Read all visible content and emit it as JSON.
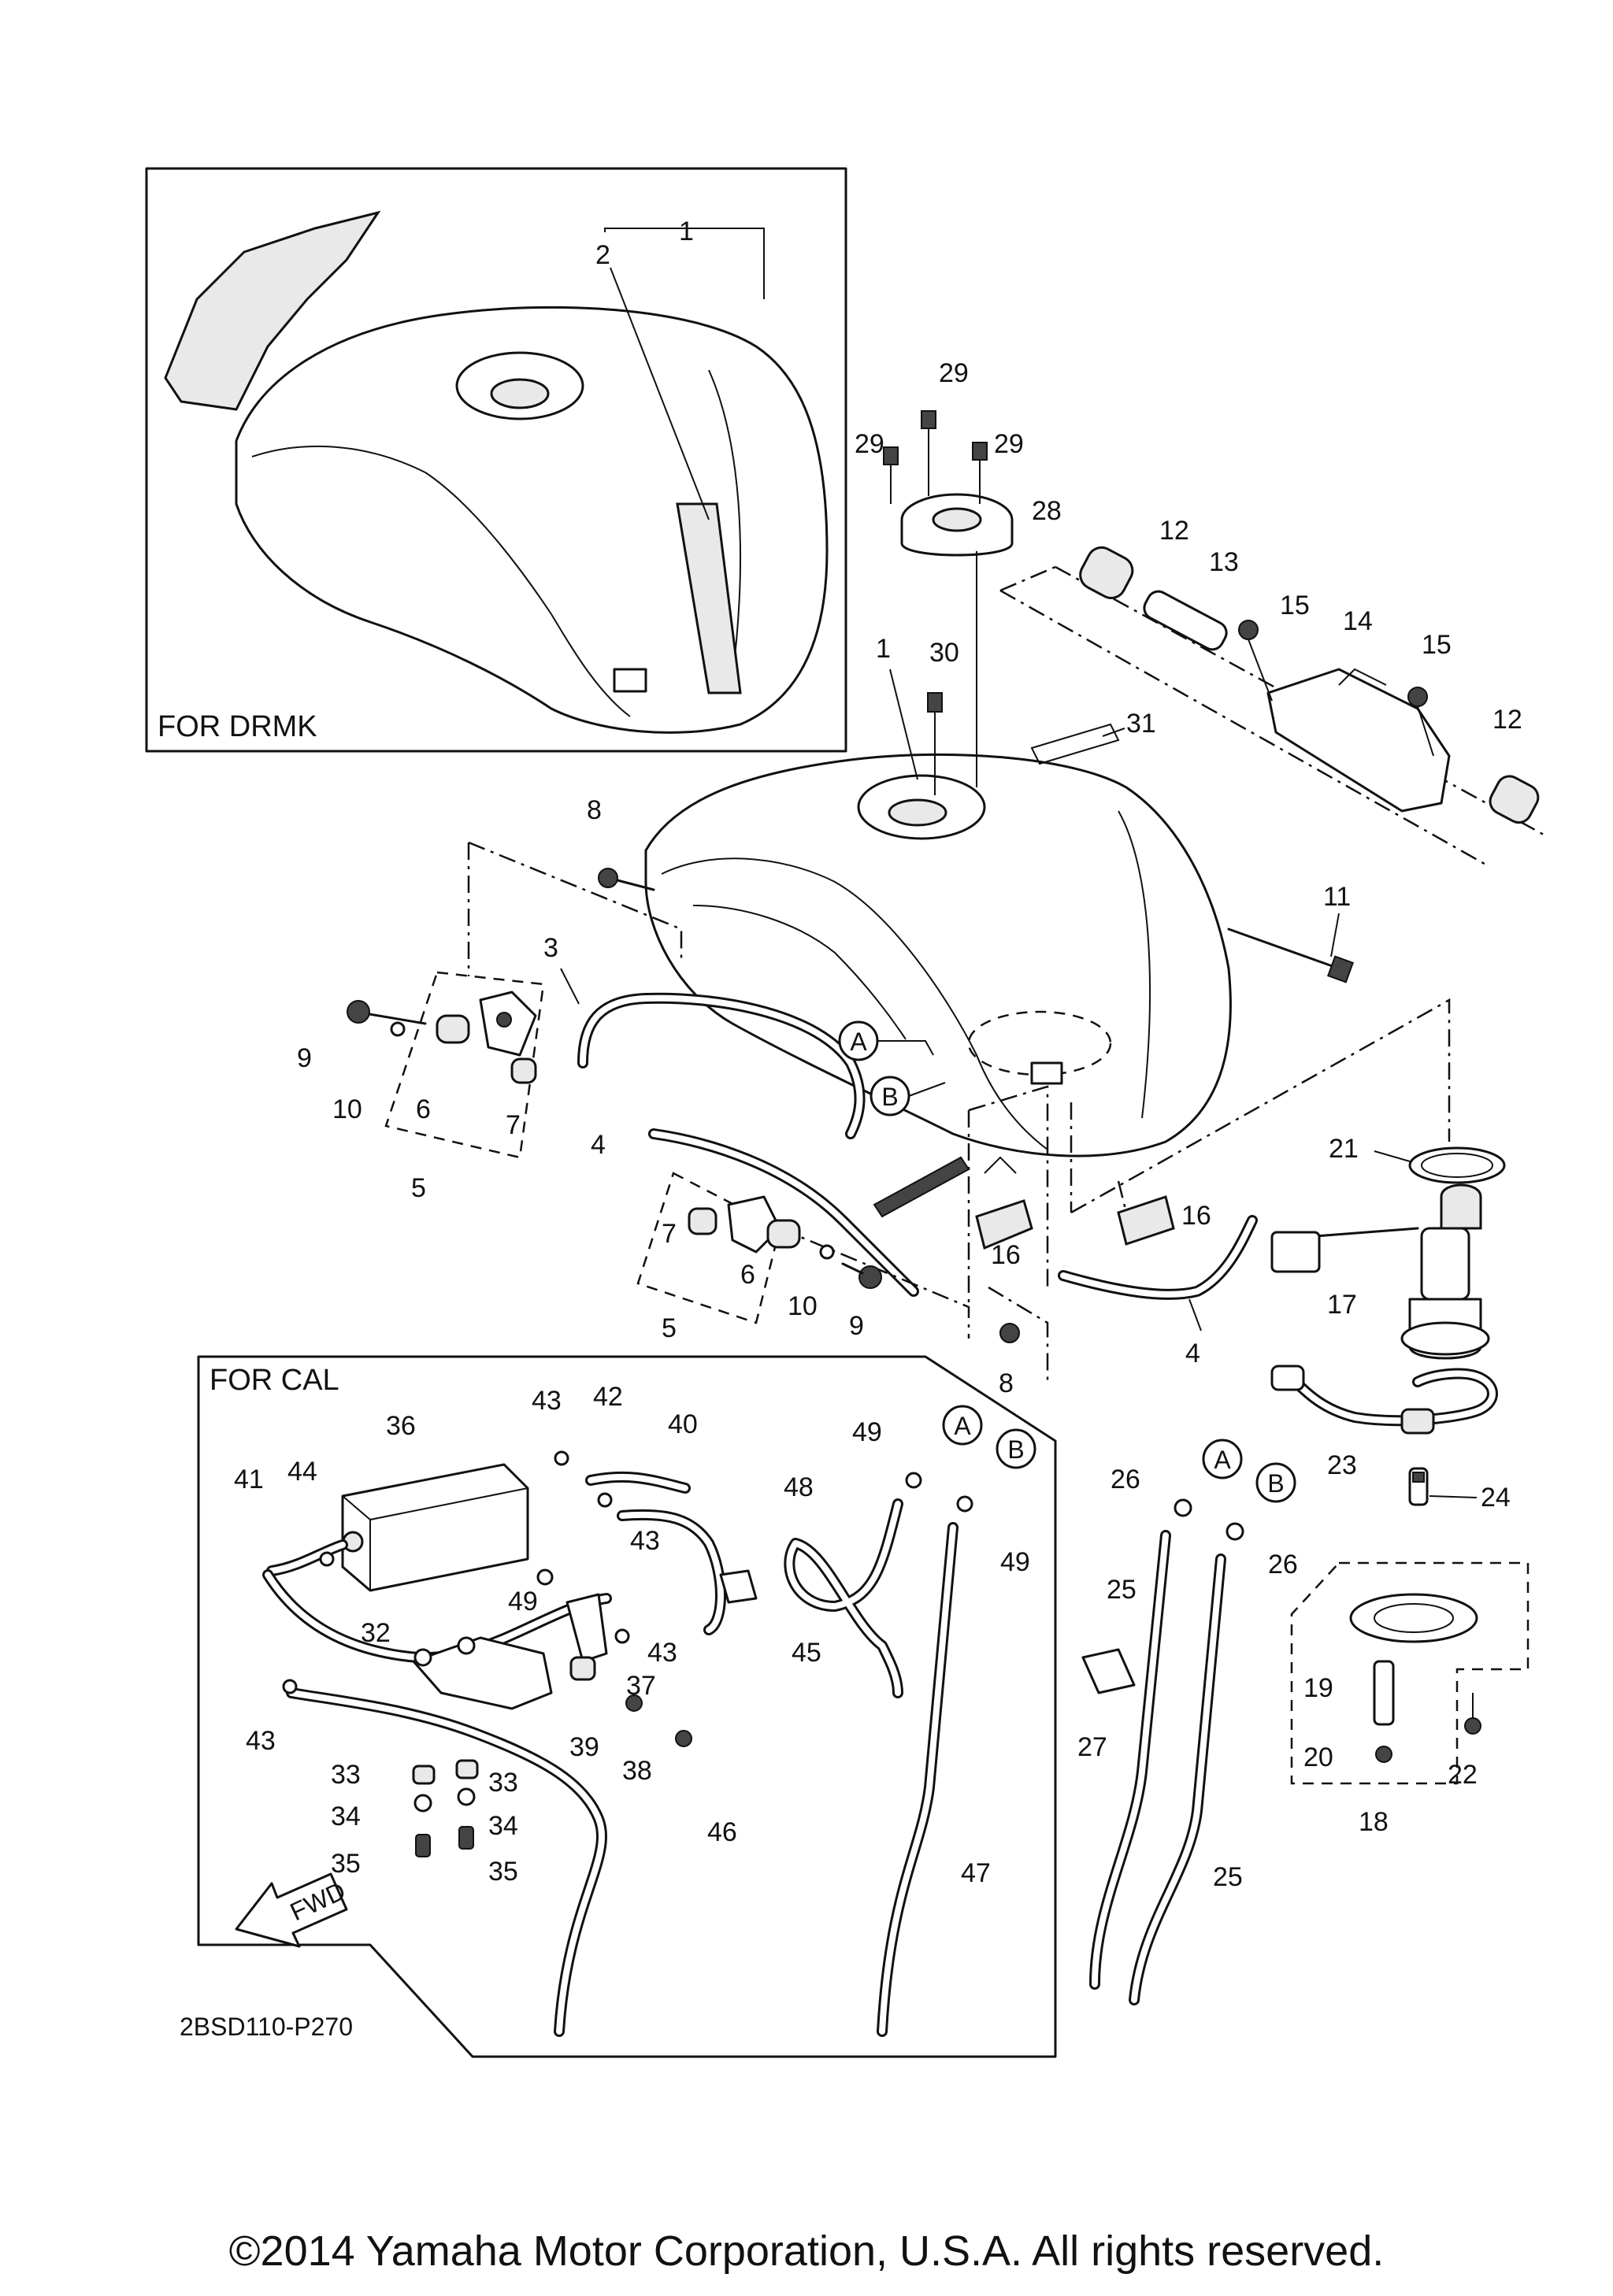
{
  "boxes": {
    "drmk": "FOR DRMK",
    "cal": "FOR CAL"
  },
  "diagram_code": "2BSD110-P270",
  "fwd_label": "FWD",
  "copyright": "©2014 Yamaha Motor Corporation, U.S.A. All rights reserved.",
  "connectors": {
    "a": "A",
    "b": "B"
  },
  "callouts": {
    "c1a": "1",
    "c1b": "1",
    "c2": "2",
    "c3": "3",
    "c4a": "4",
    "c4b": "4",
    "c5a": "5",
    "c5b": "5",
    "c6a": "6",
    "c6b": "6",
    "c7a": "7",
    "c7b": "7",
    "c8a": "8",
    "c8b": "8",
    "c9a": "9",
    "c9b": "9",
    "c10a": "10",
    "c10b": "10",
    "c11": "11",
    "c12a": "12",
    "c12b": "12",
    "c13": "13",
    "c14": "14",
    "c15a": "15",
    "c15b": "15",
    "c16a": "16",
    "c16b": "16",
    "c17": "17",
    "c18": "18",
    "c19": "19",
    "c20": "20",
    "c21": "21",
    "c22": "22",
    "c23": "23",
    "c24": "24",
    "c25a": "25",
    "c25b": "25",
    "c26a": "26",
    "c26b": "26",
    "c27": "27",
    "c28": "28",
    "c29a": "29",
    "c29b": "29",
    "c29c": "29",
    "c30": "30",
    "c31": "31",
    "c32": "32",
    "c33a": "33",
    "c33b": "33",
    "c34a": "34",
    "c34b": "34",
    "c35a": "35",
    "c35b": "35",
    "c36": "36",
    "c37": "37",
    "c38": "38",
    "c39": "39",
    "c40": "40",
    "c41": "41",
    "c42": "42",
    "c43a": "43",
    "c43b": "43",
    "c43c": "43",
    "c43d": "43",
    "c44": "44",
    "c45": "45",
    "c46": "46",
    "c47": "47",
    "c48": "48",
    "c49a": "49",
    "c49b": "49",
    "c49c": "49"
  }
}
